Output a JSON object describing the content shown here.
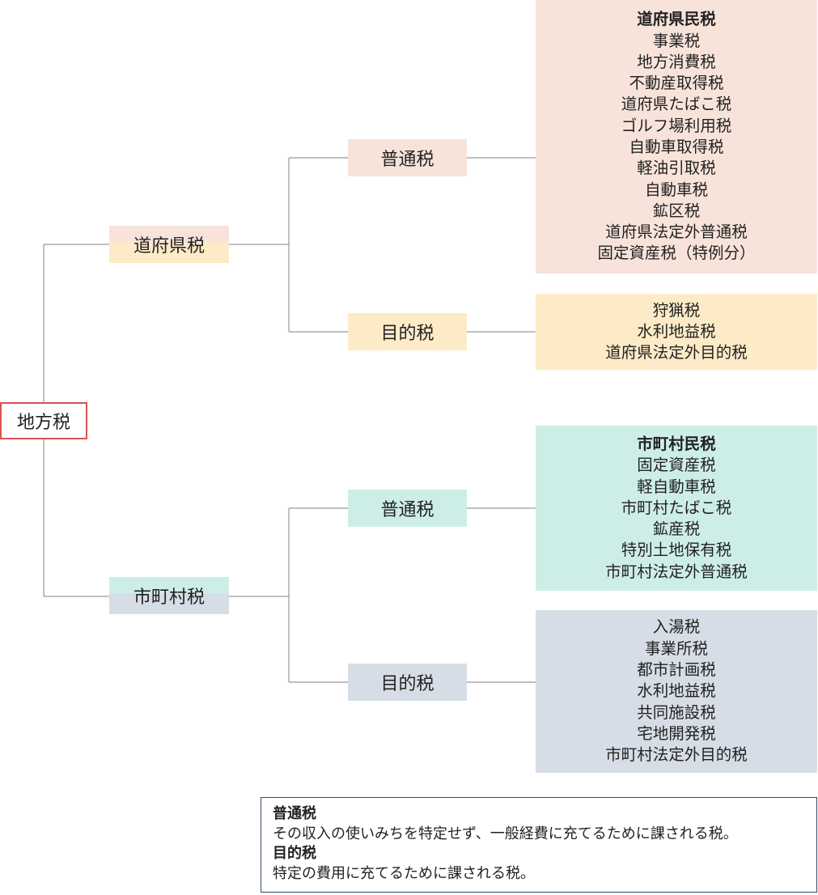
{
  "root": {
    "label": "地方税"
  },
  "branches": [
    {
      "label": "道府県税",
      "categories": [
        {
          "label": "普通税",
          "items": [
            "道府県民税",
            "事業税",
            "地方消費税",
            "不動産取得税",
            "道府県たばこ税",
            "ゴルフ場利用税",
            "自動車取得税",
            "軽油引取税",
            "自動車税",
            "鉱区税",
            "道府県法定外普通税",
            "固定資産税（特例分）"
          ],
          "bold_items": [
            "道府県民税"
          ],
          "color": "#f8e3da"
        },
        {
          "label": "目的税",
          "items": [
            "狩猟税",
            "水利地益税",
            "道府県法定外目的税"
          ],
          "color": "#fdebc8"
        }
      ]
    },
    {
      "label": "市町村税",
      "categories": [
        {
          "label": "普通税",
          "items": [
            "市町村民税",
            "固定資産税",
            "軽自動車税",
            "市町村たばこ税",
            "鉱産税",
            "特別土地保有税",
            "市町村法定外普通税"
          ],
          "bold_items": [
            "市町村民税"
          ],
          "color": "#cdeee7"
        },
        {
          "label": "目的税",
          "items": [
            "入湯税",
            "事業所税",
            "都市計画税",
            "水利地益税",
            "共同施設税",
            "宅地開発税",
            "市町村法定外目的税"
          ],
          "color": "#d6dde7"
        }
      ]
    }
  ],
  "notes": {
    "general_term": "普通税",
    "general_desc": "その収入の使いみちを特定せず、一般経費に充てるために課される税。",
    "purpose_term": "目的税",
    "purpose_desc": "特定の費用に充てるために課される税。"
  },
  "colors": {
    "root_border": "#d9534f",
    "connector": "#808080",
    "notes_border": "#2f4a6b"
  }
}
